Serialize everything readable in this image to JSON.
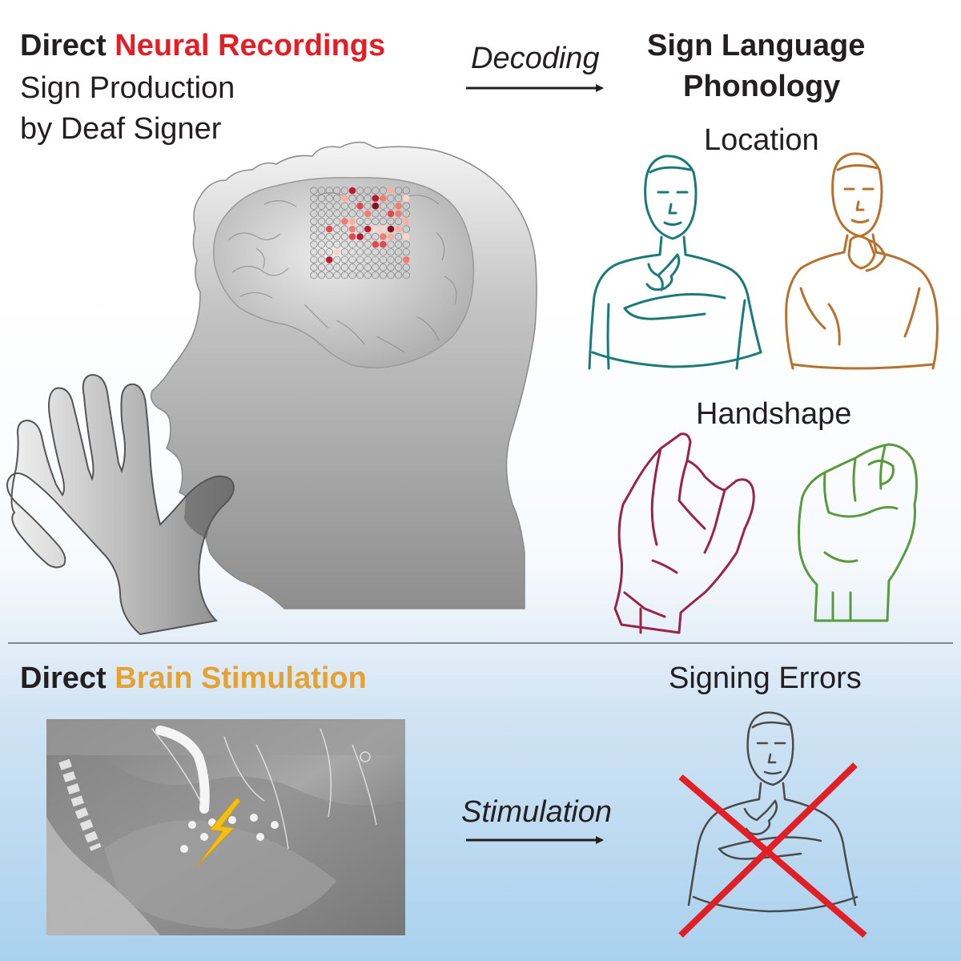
{
  "neural": {
    "prefix": "Direct",
    "highlight": "Neural Recordings",
    "highlight_color": "#e21f26",
    "line2": "Sign Production",
    "line3": "by Deaf Signer"
  },
  "decoding_label": "Decoding",
  "phonology": {
    "line1": "Sign Language",
    "line2": "Phonology",
    "location": "Location",
    "handshape": "Handshape"
  },
  "stimulation": {
    "prefix": "Direct",
    "highlight": "Brain Stimulation",
    "highlight_color": "#e5a232"
  },
  "stimulation_label": "Stimulation",
  "errors_label": "Signing Errors",
  "colors": {
    "teal_signer": "#1a7a7a",
    "orange_signer": "#b7712d",
    "handshape_red": "#9b2248",
    "handshape_green": "#5a9a3c",
    "error_cross": "#e21f26",
    "bolt": "#f2c014"
  },
  "icons": [
    "head-silhouette",
    "brain-icon",
    "electrode-grid",
    "hand-icon",
    "arrow-right-icon",
    "signer-figure",
    "handshape-icon",
    "surgical-photo",
    "lightning-bolt-icon",
    "cross-icon"
  ]
}
